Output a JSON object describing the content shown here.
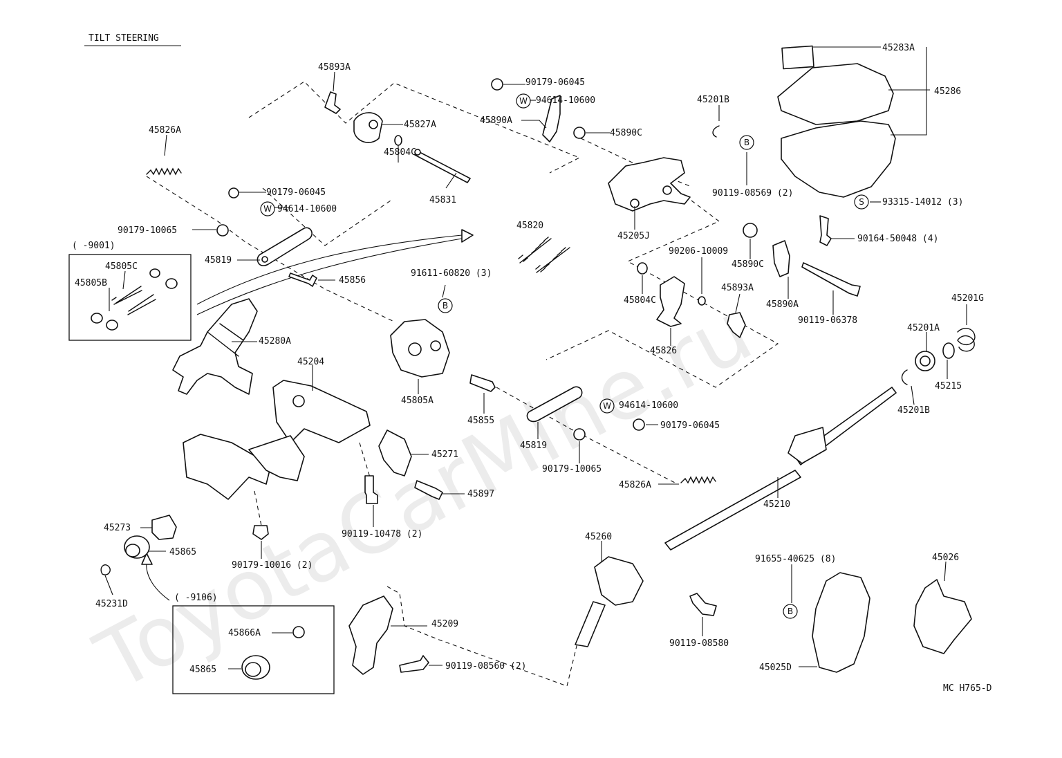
{
  "title": "TILT STEERING",
  "ref_code": "MC H765-D",
  "watermark": "ToyotaCarMine.ru",
  "groups": {
    "g1": "(       -9001)",
    "g2": "(       -9106)"
  },
  "labels": {
    "l45893A_a": "45893A",
    "l45827A": "45827A",
    "l45826A_a": "45826A",
    "l45804C_a": "45804C",
    "l45831": "45831",
    "l90179_06045_a": "90179-06045",
    "l94614_10600_a": "94614-10600",
    "l90179_10065_a": "90179-10065",
    "l45819_a": "45819",
    "l45805C": "45805C",
    "l45805B": "45805B",
    "l45856": "45856",
    "l45280A": "45280A",
    "l45204": "45204",
    "l90179_06045_b": "90179-06045",
    "l94614_10600_b": "94614-10600",
    "l45890A_a": "45890A",
    "l45890C_a": "45890C",
    "l45820": "45820",
    "l91611_60820": "91611-60820 (3)",
    "l45805A": "45805A",
    "l45855": "45855",
    "l45271": "45271",
    "l45897": "45897",
    "l90119_10478": "90119-10478 (2)",
    "l45205J": "45205J",
    "l45201B_a": "45201B",
    "l90119_08569": "90119-08569 (2)",
    "l90206_10009": "90206-10009",
    "l45890C_b": "45890C",
    "l45804C_b": "45804C",
    "l45893A_b": "45893A",
    "l45890A_b": "45890A",
    "l45826": "45826",
    "l45819_b": "45819",
    "l94614_10600_c": "94614-10600",
    "l90179_06045_c": "90179-06045",
    "l90179_10065_b": "90179-10065",
    "l45826A_b": "45826A",
    "l45283A": "45283A",
    "l45286": "45286",
    "l93315_14012": "93315-14012 (3)",
    "l90164_50048": "90164-50048 (4)",
    "l90119_06378": "90119-06378",
    "l45201A": "45201A",
    "l45201G": "45201G",
    "l45215": "45215",
    "l45201B_b": "45201B",
    "l45210": "45210",
    "l45273": "45273",
    "l45865_a": "45865",
    "l45231D": "45231D",
    "l90179_10016": "90179-10016 (2)",
    "l45866A": "45866A",
    "l45865_b": "45865",
    "l45209": "45209",
    "l90119_08560_a": "90119-08560 (2)",
    "l45260": "45260",
    "l91655_40625": "91655-40625 (8)",
    "l90119_08580": "90119-08580",
    "l45025D": "45025D",
    "l45026": "45026"
  },
  "badges": {
    "w": "W",
    "b": "B",
    "s": "S"
  }
}
